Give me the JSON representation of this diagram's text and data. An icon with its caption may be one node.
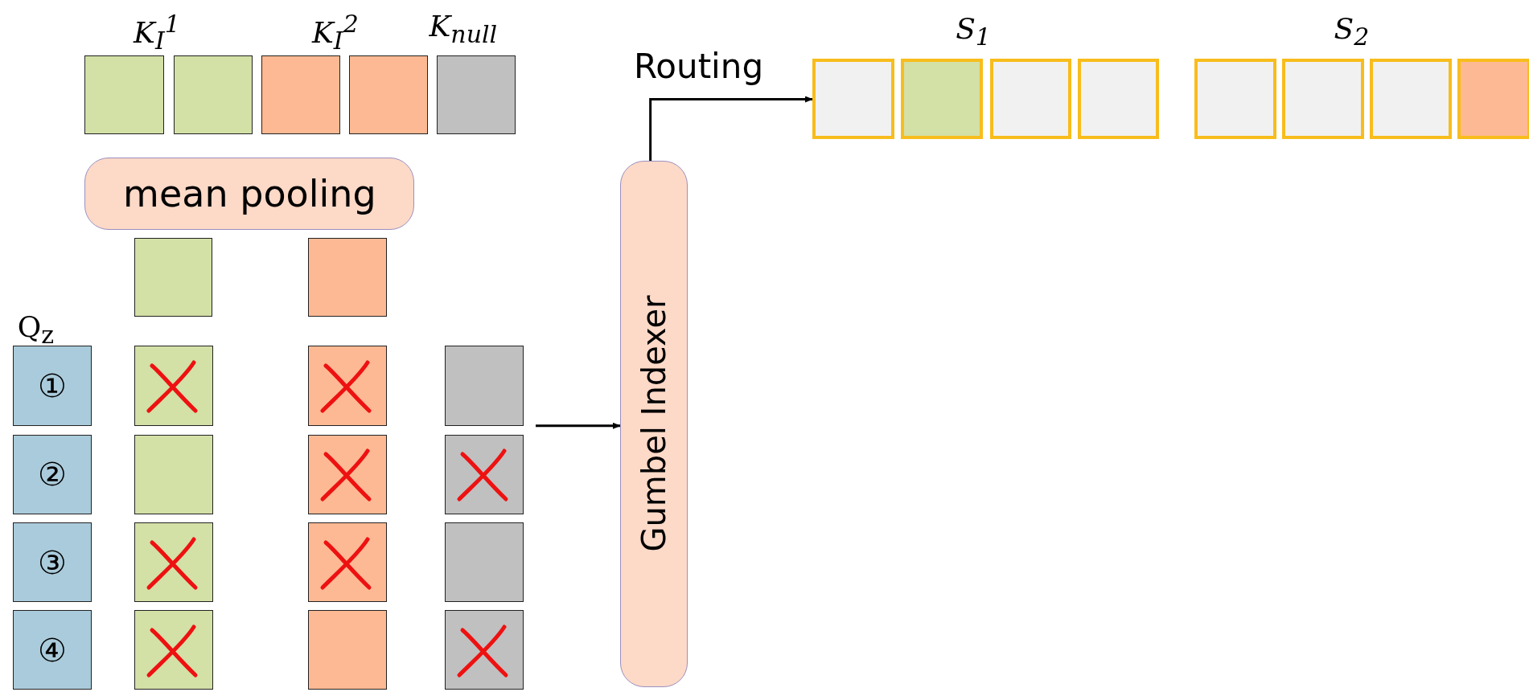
{
  "diagram": {
    "nodes": [
      {
        "text": [],
        "shape": "box"
      },
      {
        "text": [],
        "shape": "box"
      },
      {
        "text": [],
        "shape": "box"
      },
      {
        "text": [],
        "shape": "box"
      },
      {
        "text": [],
        "shape": "box"
      },
      {
        "text": [],
        "shape": "box"
      },
      {
        "text": [],
        "shape": "box"
      },
      {
        "text": [],
        "shape": "box"
      },
      {
        "text": [],
        "shape": "box"
      },
      {
        "text": [],
        "shape": "box"
      },
      {
        "text": [],
        "shape": "box"
      },
      {
        "text": [],
        "shape": "box"
      },
      {
        "text": [],
        "shape": "box"
      },
      {
        "text": [
          "mean pooling"
        ]
      },
      {
        "text": [
          "Gumbel Indexer"
        ]
      },
      {
        "text": [],
        "shape": "box"
      },
      {
        "text": [],
        "shape": "box"
      },
      {
        "text": [
          "①"
        ]
      },
      {
        "text": [],
        "shape": "box"
      },
      {
        "text": [],
        "shape": "box"
      },
      {
        "text": [],
        "shape": "box"
      },
      {
        "text": [
          "②"
        ]
      },
      {
        "text": [],
        "shape": "box"
      },
      {
        "text": [],
        "shape": "box"
      },
      {
        "text": [],
        "shape": "box"
      },
      {
        "text": [
          "③"
        ]
      },
      {
        "text": [],
        "shape": "box"
      },
      {
        "text": [],
        "shape": "box"
      },
      {
        "text": [],
        "shape": "box"
      },
      {
        "text": [
          "④"
        ]
      },
      {
        "text": [],
        "shape": "box"
      },
      {
        "text": [],
        "shape": "box"
      },
      {
        "text": [],
        "shape": "box"
      }
    ],
    "edges": [
      {
        "from": 20,
        "to": 14,
        "arrow": "to"
      },
      {
        "from": 14,
        "to": 5,
        "arrow": "to",
        "label": "Routing"
      }
    ],
    "labels": [
      "K$_{I}$$^{1}$",
      "K$_{I}$$^{2}$",
      "K$_{null}$",
      "S$_{1}$",
      "S$_{2}$",
      "Q$_{z}$"
    ]
  }
}
